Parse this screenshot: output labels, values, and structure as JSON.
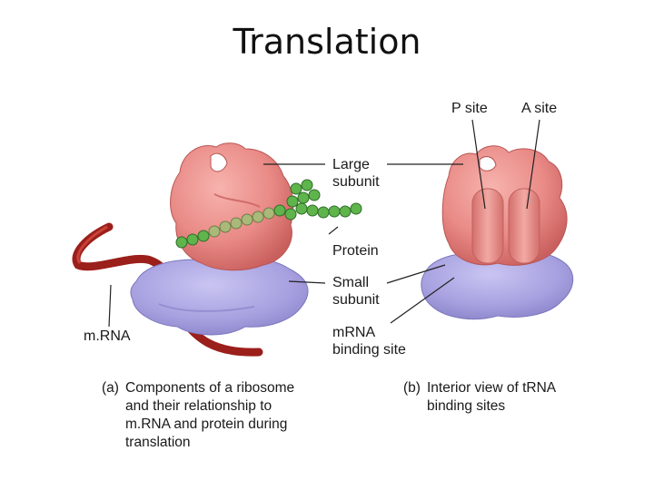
{
  "title": "Translation",
  "labels": {
    "p_site": "P site",
    "a_site": "A site",
    "large_subunit_1": "Large",
    "large_subunit_2": "subunit",
    "protein": "Protein",
    "small_subunit_1": "Small",
    "small_subunit_2": "subunit",
    "mrna_binding_1": "mRNA",
    "mrna_binding_2": "binding site",
    "mrna": "m.RNA"
  },
  "captions": {
    "a": {
      "tag": "(a)",
      "lines": [
        "Components of a ribosome",
        "and their relationship to",
        "m.RNA and protein during",
        "translation"
      ]
    },
    "b": {
      "tag": "(b)",
      "lines": [
        "Interior view of tRNA",
        "binding sites"
      ]
    }
  },
  "colors": {
    "large_subunit": "#e98a86",
    "large_subunit_shade": "#c9605e",
    "small_subunit": "#a7a1e0",
    "small_subunit_shade": "#8781c8",
    "mrna_strand": "#9b1f1a",
    "protein_bead": "#5fb44b",
    "protein_bead_old": "#a8b97a",
    "leader_line": "#222222"
  }
}
